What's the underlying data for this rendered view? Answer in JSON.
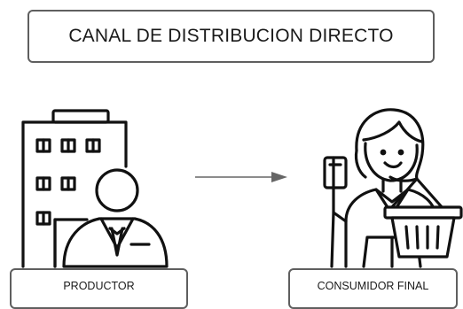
{
  "title": "CANAL DE DISTRIBUCION DIRECTO",
  "producer": {
    "label": "PRODUCTOR",
    "icon": "producer-building-businessman-icon"
  },
  "consumer": {
    "label": "CONSUMIDOR FINAL",
    "icon": "consumer-woman-shopping-basket-icon"
  },
  "flow": {
    "icon": "right-arrow-icon"
  }
}
